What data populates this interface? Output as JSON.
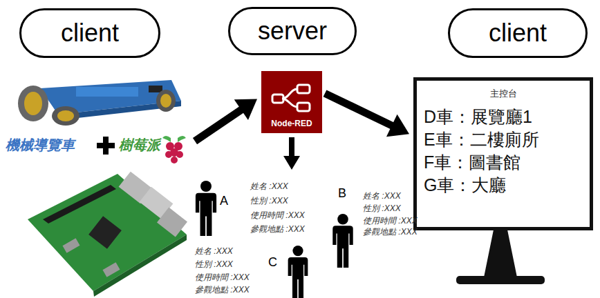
{
  "diagram": {
    "nodes": [
      {
        "text": [
          "client"
        ]
      },
      {
        "text": [
          "server"
        ]
      },
      {
        "text": [
          "client"
        ]
      },
      {
        "text": [
          "機械導覽車",
          "樹莓派"
        ]
      },
      {
        "text": [
          "Node-RED"
        ]
      },
      {
        "text": [
          "主控台",
          "D車：展覽廳1",
          "E車：二樓廁所",
          "F車：圖書館",
          "G車：大廳"
        ]
      }
    ],
    "edges": [
      {
        "from": 3,
        "to": 4,
        "arrow": "to"
      },
      {
        "from": 4,
        "to": 5,
        "arrow": "to"
      }
    ],
    "labels": [
      "A",
      "姓名 :XXX",
      "性別 :XXX",
      "使用時間 :XXX",
      "參觀地點 :XXX",
      "B",
      "姓名 :XXX",
      "性別 :XXX",
      "使用時間 :XXX",
      "參觀地點 :XXX",
      "C",
      "姓名 :XXX",
      "性別 :XXX",
      "使用時間 :XXX",
      "參觀地點 :XXX"
    ]
  }
}
